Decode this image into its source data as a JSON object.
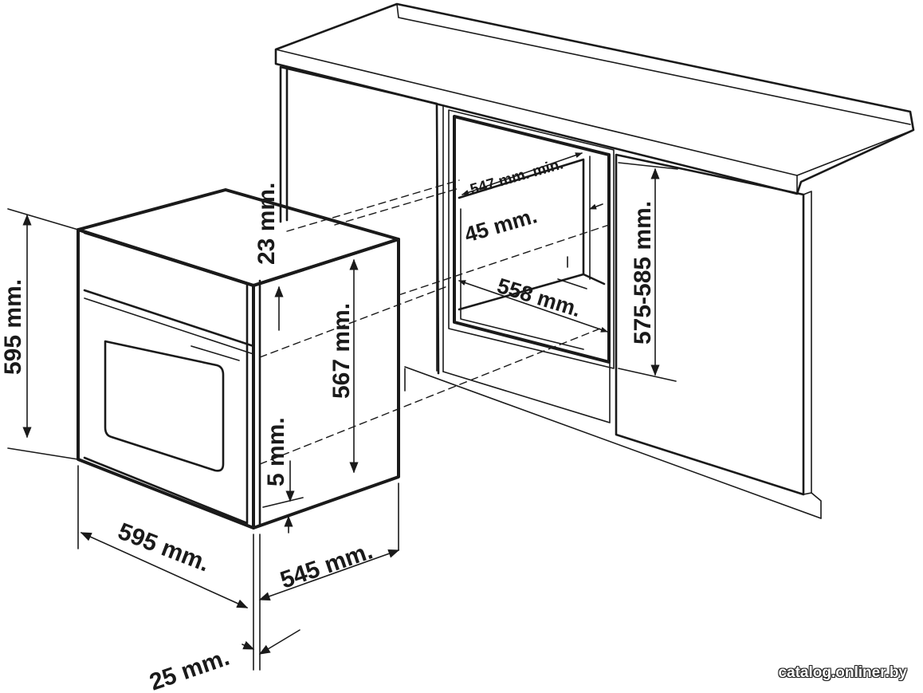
{
  "dimensions": {
    "oven_height": "595 mm.",
    "oven_width": "595 mm.",
    "oven_depth": "545 mm.",
    "front_panel_depth": "25 mm.",
    "top_offset": "23 mm.",
    "body_height": "567 mm.",
    "bottom_offset": "5 mm.",
    "niche_min_width": "547 mm. min.",
    "rear_gap": "45 mm.",
    "niche_depth": "558 mm.",
    "niche_height": "575-585 mm."
  },
  "watermark": "catalog.onliner.by"
}
